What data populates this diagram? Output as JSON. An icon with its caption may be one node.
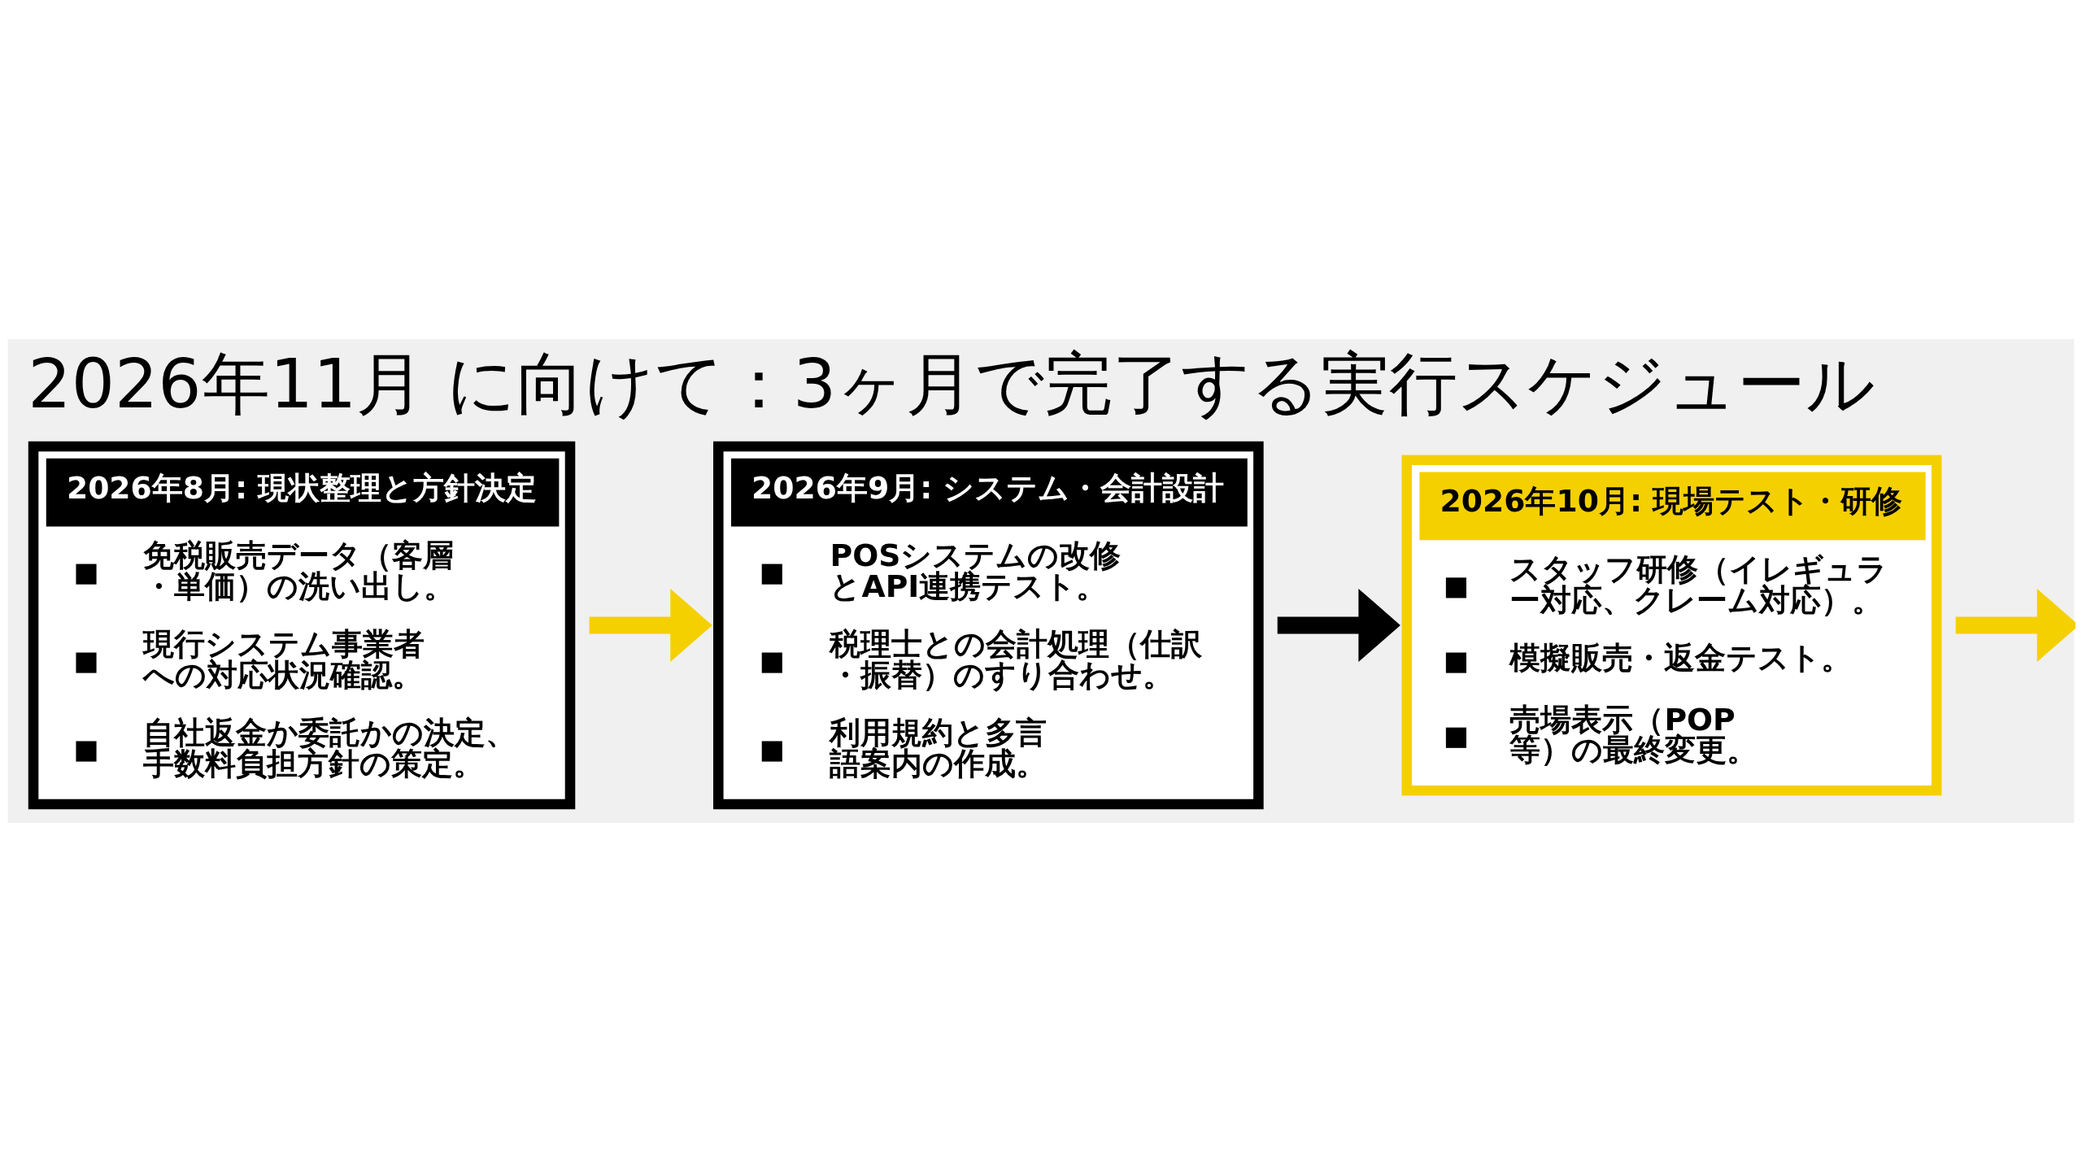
{
  "diagram": {
    "title": "2026年11月 に向けて：3ヶ月で完了する実行スケジュール",
    "nodes": [
      {
        "text": [
          "2026年8月: 現状整理と方針決定",
          "免税販売データ（客層・単価）の洗い出し。",
          "現行システム事業者への対応状況確認。",
          "自社返金か委託かの決定、手数料負担方針の策定。"
        ]
      },
      {
        "text": [
          "2026年9月: システム・会計設計",
          "POSシステムの改修とAPI連携テスト。",
          "税理士との会計処理（仕訳・振替）のすり合わせ。",
          "利用規約と多言語案内の作成。"
        ]
      },
      {
        "text": [
          "2026年10月: 現場テスト・研修",
          "スタッフ研修（イレギュラー対応、クレーム対応）。",
          "模擬販売・返金テスト。",
          "売場表示（POP等）の最終変更。"
        ]
      }
    ],
    "edges": [
      {
        "from": 0,
        "to": 1,
        "arrow": "to"
      },
      {
        "from": 1,
        "to": 2,
        "arrow": "to",
        "color": "#000000"
      },
      {
        "from": 2,
        "to": null,
        "arrow": "to"
      }
    ]
  }
}
